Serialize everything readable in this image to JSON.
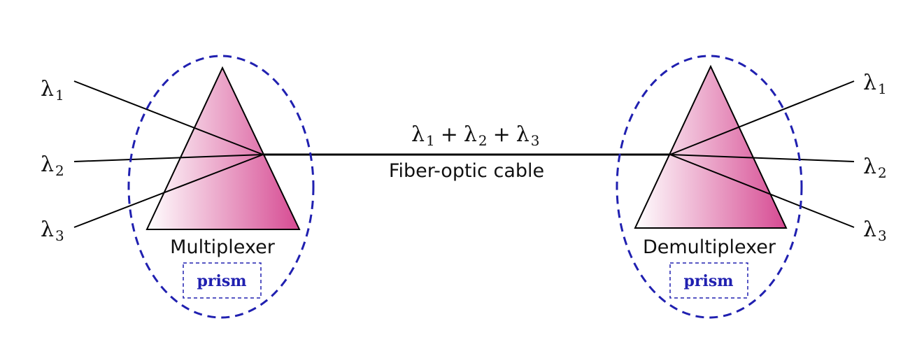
{
  "colors": {
    "ellipse_stroke": "#2020b0",
    "prism_dark": "#d64a92",
    "prism_light": "#ffffff",
    "line": "#000000",
    "prism_label": "#2020b0"
  },
  "multiplexer": {
    "label": "Multiplexer",
    "prism_label": "prism",
    "inputs": [
      {
        "symbol": "λ",
        "sub": "1"
      },
      {
        "symbol": "λ",
        "sub": "2"
      },
      {
        "symbol": "λ",
        "sub": "3"
      }
    ]
  },
  "demultiplexer": {
    "label": "Demultiplexer",
    "prism_label": "prism",
    "outputs": [
      {
        "symbol": "λ",
        "sub": "1"
      },
      {
        "symbol": "λ",
        "sub": "2"
      },
      {
        "symbol": "λ",
        "sub": "3"
      }
    ]
  },
  "cable": {
    "label": "Fiber-optic cable",
    "signal": {
      "symbol": "λ",
      "subs": [
        "1",
        "2",
        "3"
      ],
      "op": "+"
    }
  }
}
